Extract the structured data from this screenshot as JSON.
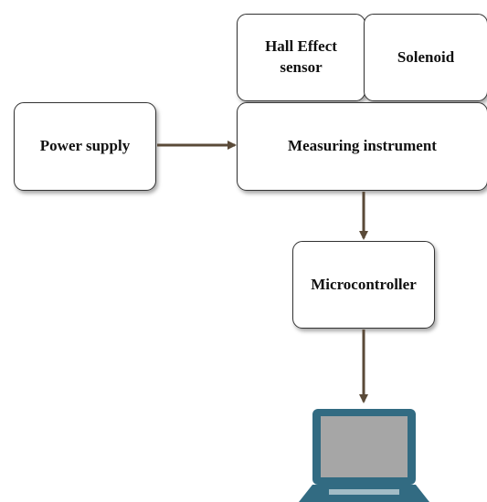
{
  "diagram": {
    "nodes": {
      "hall_effect": {
        "label": "Hall Effect sensor"
      },
      "solenoid": {
        "label": "Solenoid"
      },
      "measuring": {
        "label": "Measuring instrument"
      },
      "power": {
        "label": "Power supply"
      },
      "micro": {
        "label": "Microcontroller"
      }
    },
    "laptop_icon": "laptop-icon",
    "colors": {
      "arrow": "#5a4a38",
      "laptop_frame": "#326b82",
      "laptop_screen": "#a6a6a6"
    }
  }
}
